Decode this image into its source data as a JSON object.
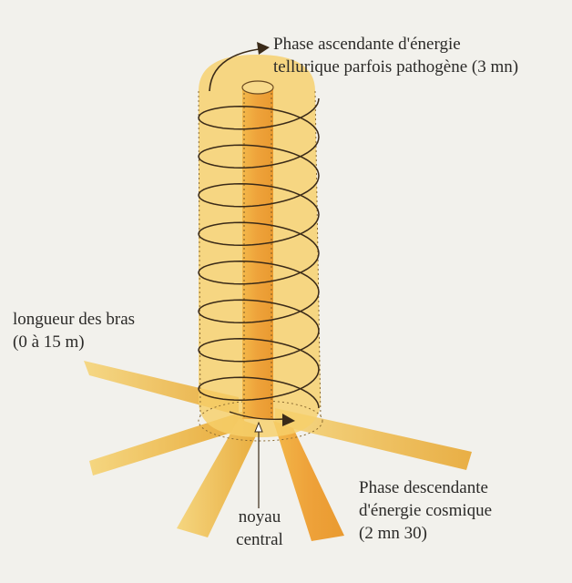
{
  "labels": {
    "ascending": [
      "Phase ascendante d'énergie",
      "tellurique parfois pathogène (3 mn)"
    ],
    "arms": [
      "longueur des bras",
      "(0 à 15 m)"
    ],
    "descending": [
      "Phase descendante",
      "d'énergie cosmique",
      "(2 mn 30)"
    ],
    "core": [
      "noyau",
      "central"
    ]
  },
  "colors": {
    "background": "#f2f1ec",
    "column_fill": "#f6cf6a",
    "core_fill": "#eea23a",
    "arm_fill": "#f2c25a",
    "spiral": "#3a2a18"
  },
  "spiral_turns": 8
}
